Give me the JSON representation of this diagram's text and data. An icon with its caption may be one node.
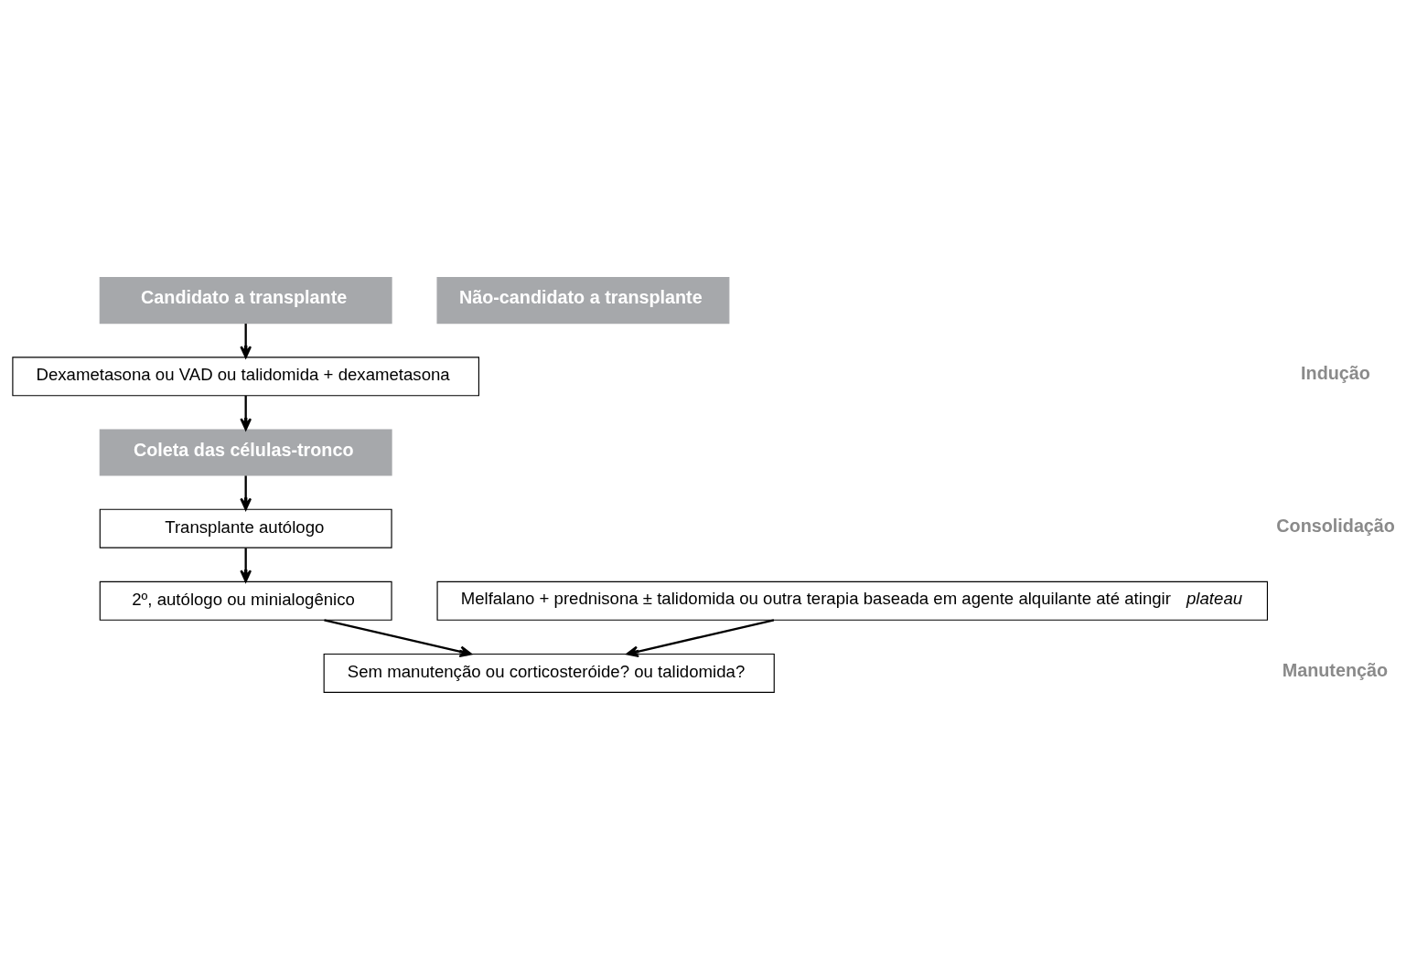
{
  "diagram": {
    "nodes": [
      {
        "text": [
          "Candidato a transplante"
        ]
      },
      {
        "text": [
          "Não-candidato a transplante"
        ]
      },
      {
        "text": [
          "Dexametasona ou VAD ou talidomida + dexametasona"
        ]
      },
      {
        "text": [
          "Melfalano + prednisona ± talidomida ou outra terapia baseada em agente alquilante até atingir *plateau*"
        ]
      },
      {
        "text": [
          "Coleta das células-tronco"
        ]
      },
      {
        "text": [
          "Transplante autólogo"
        ]
      },
      {
        "text": [
          "2º, autólogo ou minialogênico"
        ]
      },
      {
        "text": [
          "Sem manutenção ou corticosteróide? ou talidomida?"
        ]
      }
    ],
    "edges": [
      {
        "from": 0,
        "to": 2,
        "arrow": "to"
      },
      {
        "from": 2,
        "to": 4,
        "arrow": "to"
      },
      {
        "from": 4,
        "to": 5,
        "arrow": "to"
      },
      {
        "from": 5,
        "to": 6,
        "arrow": "to"
      },
      {
        "from": 3,
        "to": 7,
        "arrow": "to"
      },
      {
        "from": 6,
        "to": 7,
        "arrow": "to"
      }
    ],
    "labels": [
      "Indução",
      "Consolidação",
      "Manutenção"
    ]
  }
}
